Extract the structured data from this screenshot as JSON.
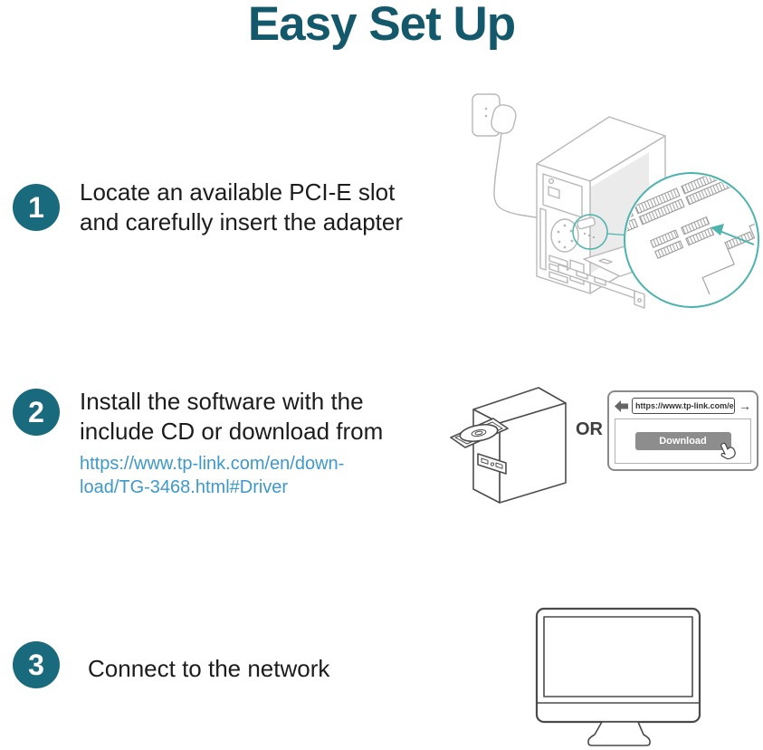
{
  "title": "Easy Set Up",
  "steps": [
    {
      "number": "1",
      "lines": [
        "Locate an available PCI-E slot",
        "and carefully insert the adapter"
      ]
    },
    {
      "number": "2",
      "lines": [
        "Install the software with the",
        "include CD or download from"
      ],
      "link_lines": [
        "https://www.tp-link.com/en/down-",
        "load/TG-3468.html#Driver"
      ]
    },
    {
      "number": "3",
      "lines": [
        "Connect to the network"
      ]
    }
  ],
  "or_label": "OR",
  "browser": {
    "url": "https://www.tp-link.com/en/...",
    "download_label": "Download",
    "forward_arrow": "→"
  },
  "icons": {
    "back_arrow": "solid left arrow",
    "forward_arrow": "→",
    "hand_cursor": "pointing-hand",
    "insert_arrow": "teal arrow pointing to PCI-E slot"
  },
  "colors": {
    "title_teal": "#14586C",
    "badge_teal": "#1A6A7D",
    "accent_teal": "#4DB3AD",
    "link_blue": "#3D99CB",
    "text_dark": "#1C1C1C",
    "button_gray": "#8D8D8D"
  }
}
